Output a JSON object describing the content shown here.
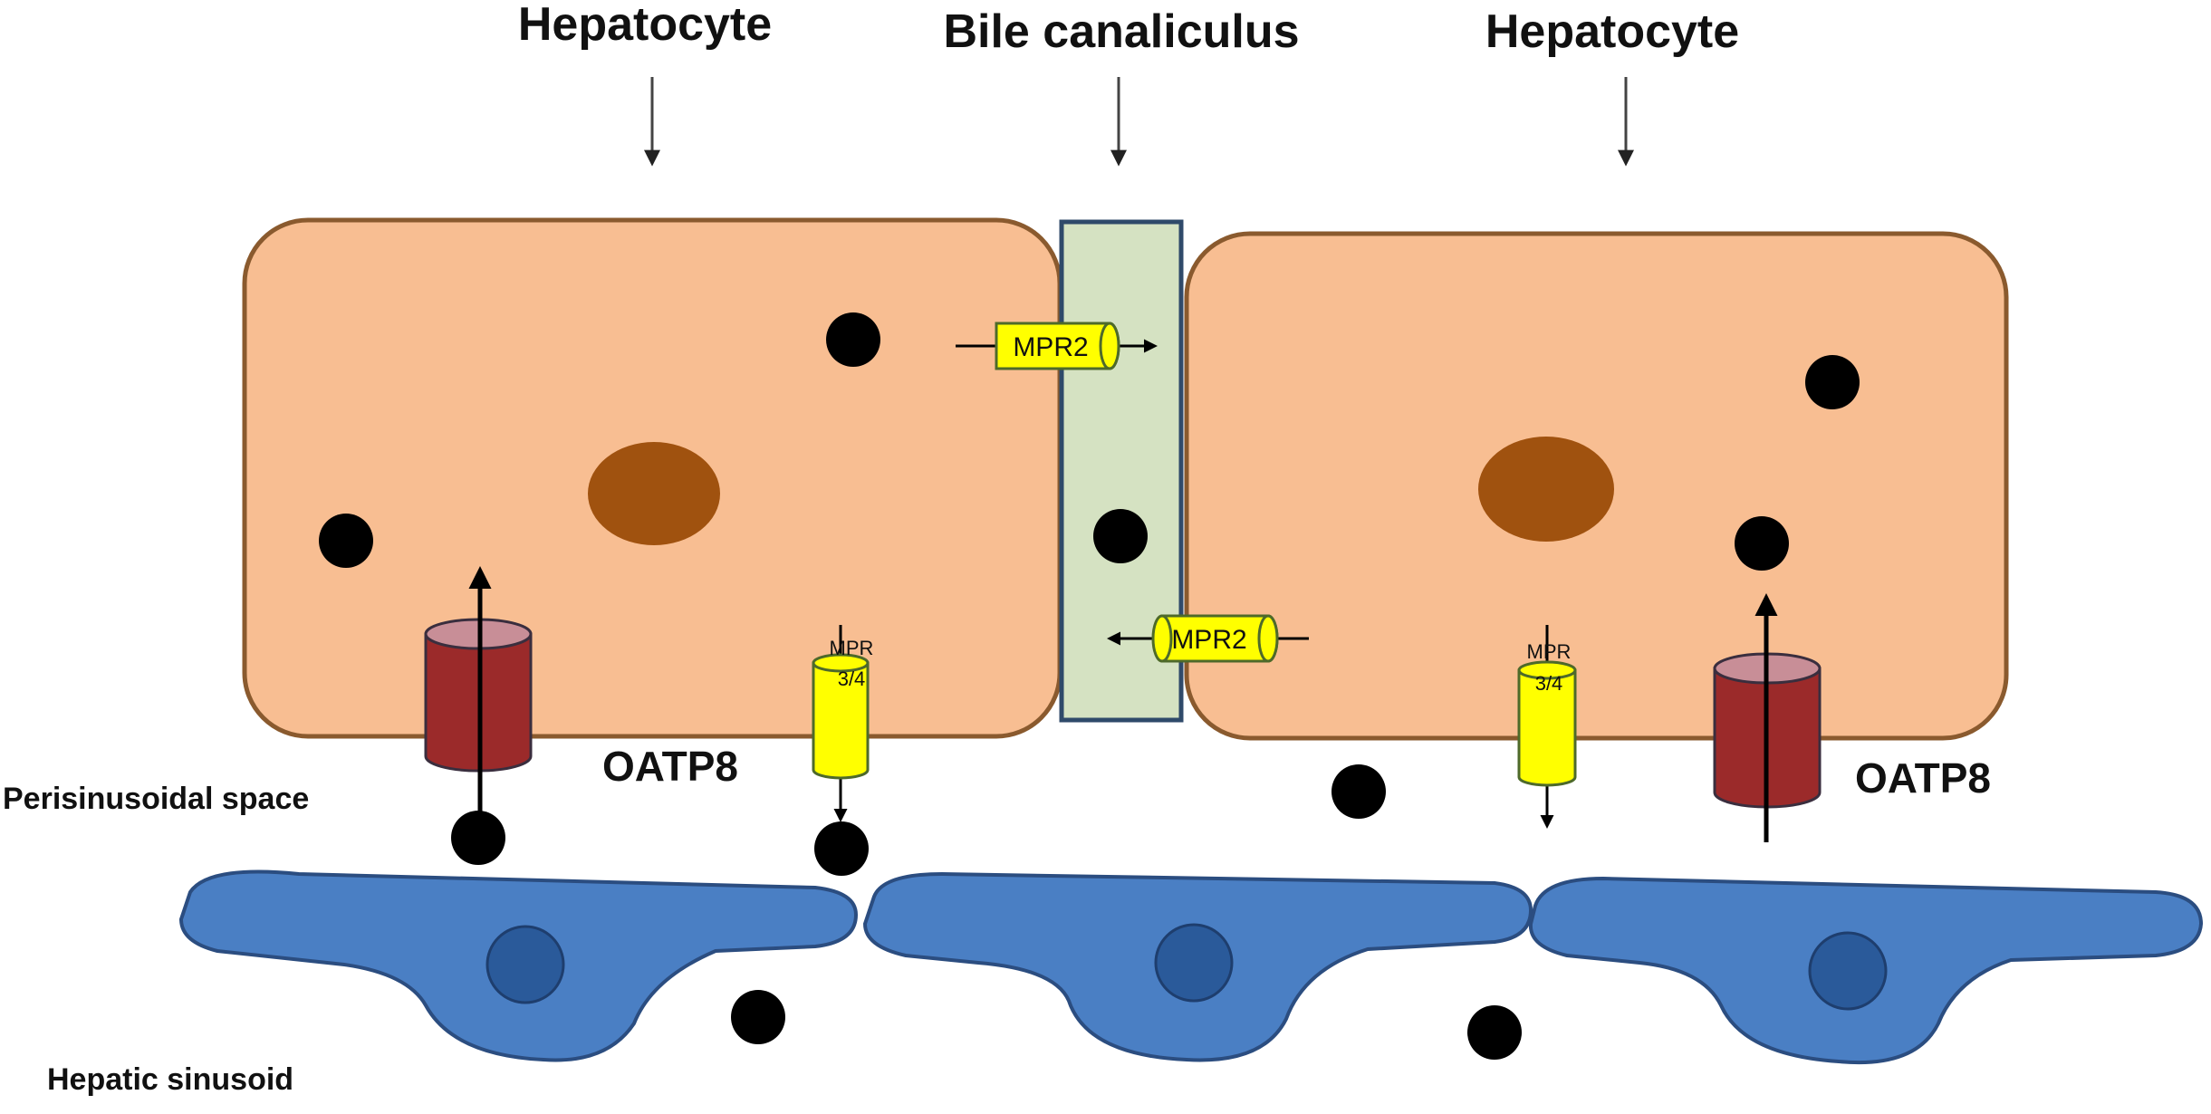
{
  "labels": {
    "hepatocyte_left": "Hepatocyte",
    "bile_canaliculus": "Bile canaliculus",
    "hepatocyte_right": "Hepatocyte",
    "perisinusoidal_space": "Perisinusoidal space",
    "hepatic_sinusoid": "Hepatic sinusoid",
    "oatp8_left": "OATP8",
    "oatp8_right": "OATP8",
    "mpr2_top": "MPR2",
    "mpr2_bottom": "MPR2",
    "mpr34_left_line1": "MPR",
    "mpr34_left_line2": "3/4",
    "mpr34_right_line1": "MPR",
    "mpr34_right_line2": "3/4"
  },
  "colors": {
    "hepatocyte_fill": "#F8BE92",
    "hepatocyte_stroke": "#8A5A2E",
    "nucleus_fill": "#A0520F",
    "canaliculus_fill": "#D5E2C2",
    "canaliculus_stroke": "#2F4A6A",
    "transporter_yellow": "#FFFF00",
    "transporter_stroke": "#4E6A2A",
    "oatp8_fill": "#9B2A2A",
    "oatp8_top": "#C88E97",
    "endothelial_fill": "#4A7FC4",
    "endothelial_stroke": "#2B4D80",
    "endothelial_nucleus": "#2A5A9A",
    "dot": "#000000"
  }
}
